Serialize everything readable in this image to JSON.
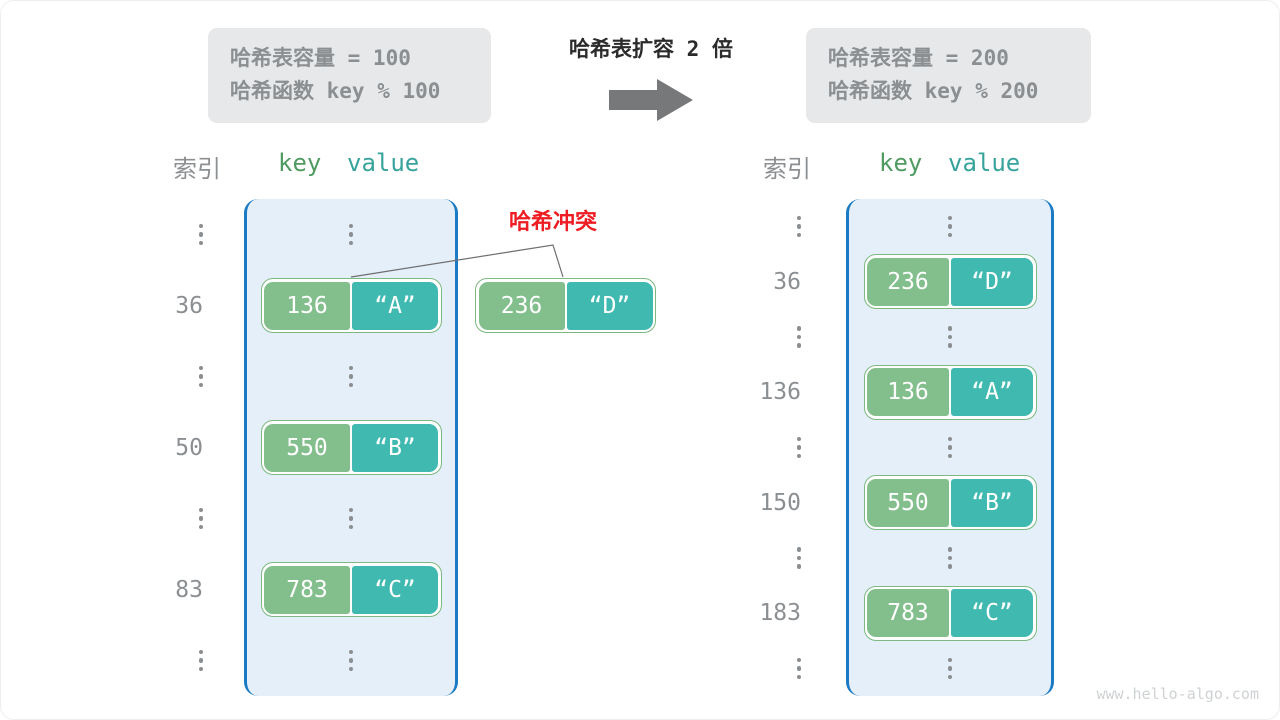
{
  "watermark": "www.hello-algo.com",
  "colors": {
    "key_green": "#83bf8c",
    "value_teal": "#40b9b0",
    "table_fill": "#e4effa",
    "table_border": "#1b7ac4",
    "collision_red": "#ee1c23",
    "muted_gray": "#8b8f92"
  },
  "info_left": {
    "line1": "哈希表容量 = 100",
    "line2": "哈希函数 key % 100"
  },
  "info_right": {
    "line1": "哈希表容量 = 200",
    "line2": "哈希函数 key % 200"
  },
  "transform": {
    "label": "哈希表扩容 2 倍",
    "arrow_icon": "right-arrow-icon"
  },
  "headers": {
    "index": "索引",
    "key": "key",
    "value": "value"
  },
  "collision": {
    "label": "哈希冲突"
  },
  "left_table": {
    "indices": [
      "⋮",
      "36",
      "⋮",
      "50",
      "⋮",
      "83",
      "⋮"
    ],
    "rows": [
      {
        "type": "dots"
      },
      {
        "type": "pair",
        "key": "136",
        "value": "“A”"
      },
      {
        "type": "dots"
      },
      {
        "type": "pair",
        "key": "550",
        "value": "“B”"
      },
      {
        "type": "dots"
      },
      {
        "type": "pair",
        "key": "783",
        "value": "“C”"
      },
      {
        "type": "dots"
      }
    ]
  },
  "floating_pair": {
    "key": "236",
    "value": "“D”"
  },
  "right_table": {
    "indices": [
      "⋮",
      "36",
      "⋮",
      "136",
      "⋮",
      "150",
      "⋮",
      "183",
      "⋮"
    ],
    "rows": [
      {
        "type": "dots"
      },
      {
        "type": "pair",
        "key": "236",
        "value": "“D”"
      },
      {
        "type": "dots"
      },
      {
        "type": "pair",
        "key": "136",
        "value": "“A”"
      },
      {
        "type": "dots"
      },
      {
        "type": "pair",
        "key": "550",
        "value": "“B”"
      },
      {
        "type": "dots"
      },
      {
        "type": "pair",
        "key": "783",
        "value": "“C”"
      },
      {
        "type": "dots"
      }
    ]
  }
}
